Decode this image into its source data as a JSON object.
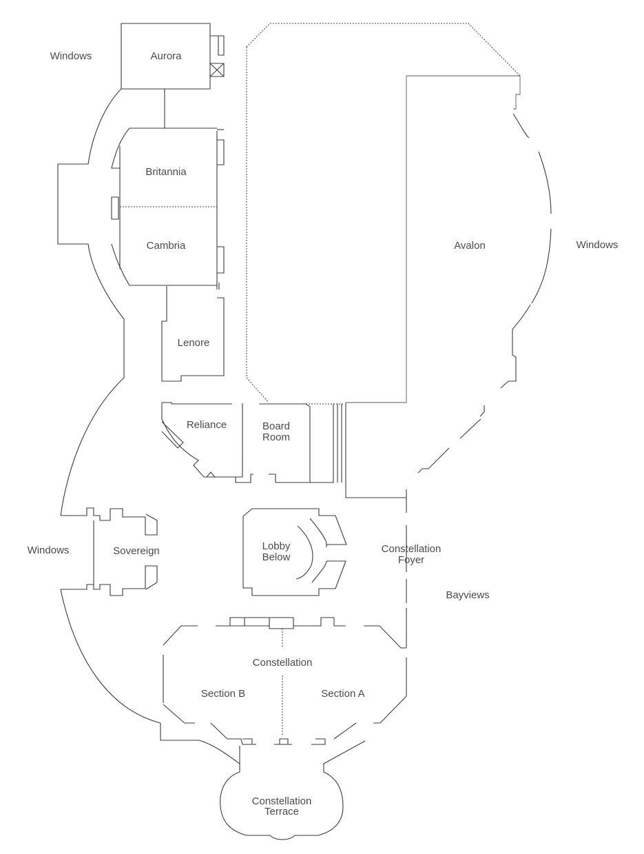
{
  "labels": {
    "windows_left_top": "Windows",
    "windows_right": "Windows",
    "windows_left_bottom": "Windows",
    "bayviews": "Bayviews"
  },
  "rooms": {
    "aurora": "Aurora",
    "britannia": "Britannia",
    "cambria": "Cambria",
    "lenore": "Lenore",
    "avalon": "Avalon",
    "reliance": "Reliance",
    "board_room": [
      "Board",
      "Room"
    ],
    "lobby_below": [
      "Lobby",
      "Below"
    ],
    "constellation_foyer": [
      "Constellation",
      "Foyer"
    ],
    "sovereign": "Sovereign",
    "constellation": "Constellation",
    "section_b": "Section B",
    "section_a": "Section A",
    "constellation_terrace": [
      "Constellation",
      "Terrace"
    ]
  }
}
